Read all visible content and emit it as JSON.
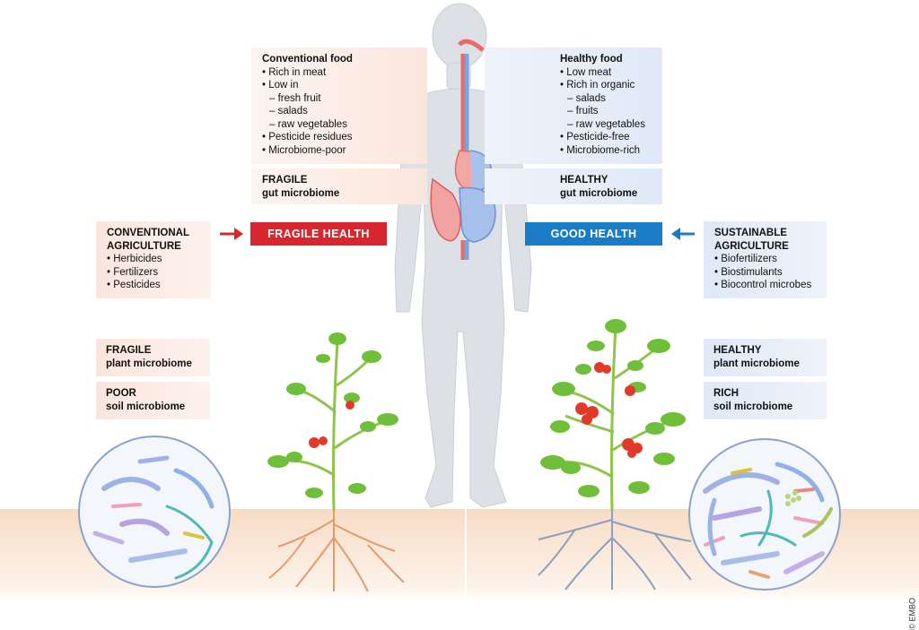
{
  "conventional_food": {
    "title": "Conventional food",
    "items": [
      {
        "text": "Rich in meat",
        "kind": "bullet"
      },
      {
        "text": "Low in",
        "kind": "bullet"
      },
      {
        "text": "fresh fruit",
        "kind": "sub"
      },
      {
        "text": "salads",
        "kind": "sub"
      },
      {
        "text": "raw vegetables",
        "kind": "sub"
      },
      {
        "text": "Pesticide residues",
        "kind": "bullet"
      },
      {
        "text": "Microbiome-poor",
        "kind": "bullet"
      }
    ]
  },
  "healthy_food": {
    "title": "Healthy food",
    "items": [
      {
        "text": "Low meat",
        "kind": "bullet"
      },
      {
        "text": "Rich in organic",
        "kind": "bullet"
      },
      {
        "text": "salads",
        "kind": "sub"
      },
      {
        "text": "fruits",
        "kind": "sub"
      },
      {
        "text": "raw vegetables",
        "kind": "sub"
      },
      {
        "text": "Pesticide-free",
        "kind": "bullet"
      },
      {
        "text": "Microbiome-rich",
        "kind": "bullet"
      }
    ]
  },
  "fragile_gut": {
    "line1": "FRAGILE",
    "line2": "gut microbiome"
  },
  "healthy_gut": {
    "line1": "HEALTHY",
    "line2": "gut microbiome"
  },
  "fragile_health": {
    "label": "FRAGILE HEALTH",
    "color": "#d7262e"
  },
  "good_health": {
    "label": "GOOD HEALTH",
    "color": "#1a7cc7"
  },
  "conventional_agriculture": {
    "line1": "CONVENTIONAL",
    "line2": "AGRICULTURE",
    "items": [
      "Herbicides",
      "Fertilizers",
      "Pesticides"
    ]
  },
  "sustainable_agriculture": {
    "line1": "SUSTAINABLE",
    "line2": "AGRICULTURE",
    "items": [
      "Biofertilizers",
      "Biostimulants",
      "Biocontrol microbes"
    ]
  },
  "fragile_plant": {
    "line1": "FRAGILE",
    "line2": "plant microbiome"
  },
  "poor_soil": {
    "line1": "POOR",
    "line2": "soil microbiome"
  },
  "healthy_plant": {
    "line1": "HEALTHY",
    "line2": "plant microbiome"
  },
  "rich_soil": {
    "line1": "RICH",
    "line2": "soil microbiome"
  },
  "credit": "© EMBO",
  "colors": {
    "pink_box": "#fbe6dd",
    "blue_box": "#dfe9f7",
    "red": "#d7262e",
    "blue": "#1a7cc7",
    "body": "#dde1e6",
    "leaf": "#6fbf3a",
    "tomato": "#e23a2a",
    "soil": "#f7e0cc"
  }
}
